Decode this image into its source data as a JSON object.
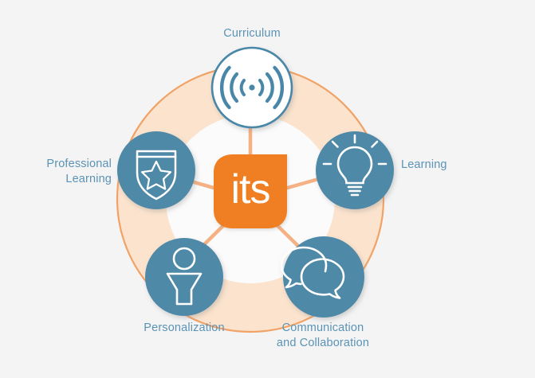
{
  "diagram": {
    "title": "its ecosystem wheel",
    "center": {
      "logo_text": "its",
      "logo_name": "its-logo"
    },
    "colors": {
      "background": "#f4f4f4",
      "orange_accent": "#ef7f22",
      "orange_ring_stroke": "#f1a266",
      "peach_fill": "#fbe3cd",
      "blue_node": "#5089a8",
      "blue_label_text": "#5b93b5",
      "white": "#ffffff"
    },
    "nodes": [
      {
        "id": "curriculum",
        "label": "Curriculum",
        "icon": "broadcast-signal-icon",
        "style": "white-circle-blue-outline"
      },
      {
        "id": "learning",
        "label": "Learning",
        "icon": "lightbulb-icon",
        "style": "solid-blue-circle"
      },
      {
        "id": "communication",
        "label": "Communication\nand Collaboration",
        "icon": "speech-bubbles-icon",
        "style": "solid-blue-circle"
      },
      {
        "id": "personalization",
        "label": "Personalization",
        "icon": "person-icon",
        "style": "solid-blue-circle"
      },
      {
        "id": "professional_learning",
        "label": "Professional\nLearning",
        "icon": "shield-star-badge-icon",
        "style": "solid-blue-circle"
      }
    ]
  }
}
